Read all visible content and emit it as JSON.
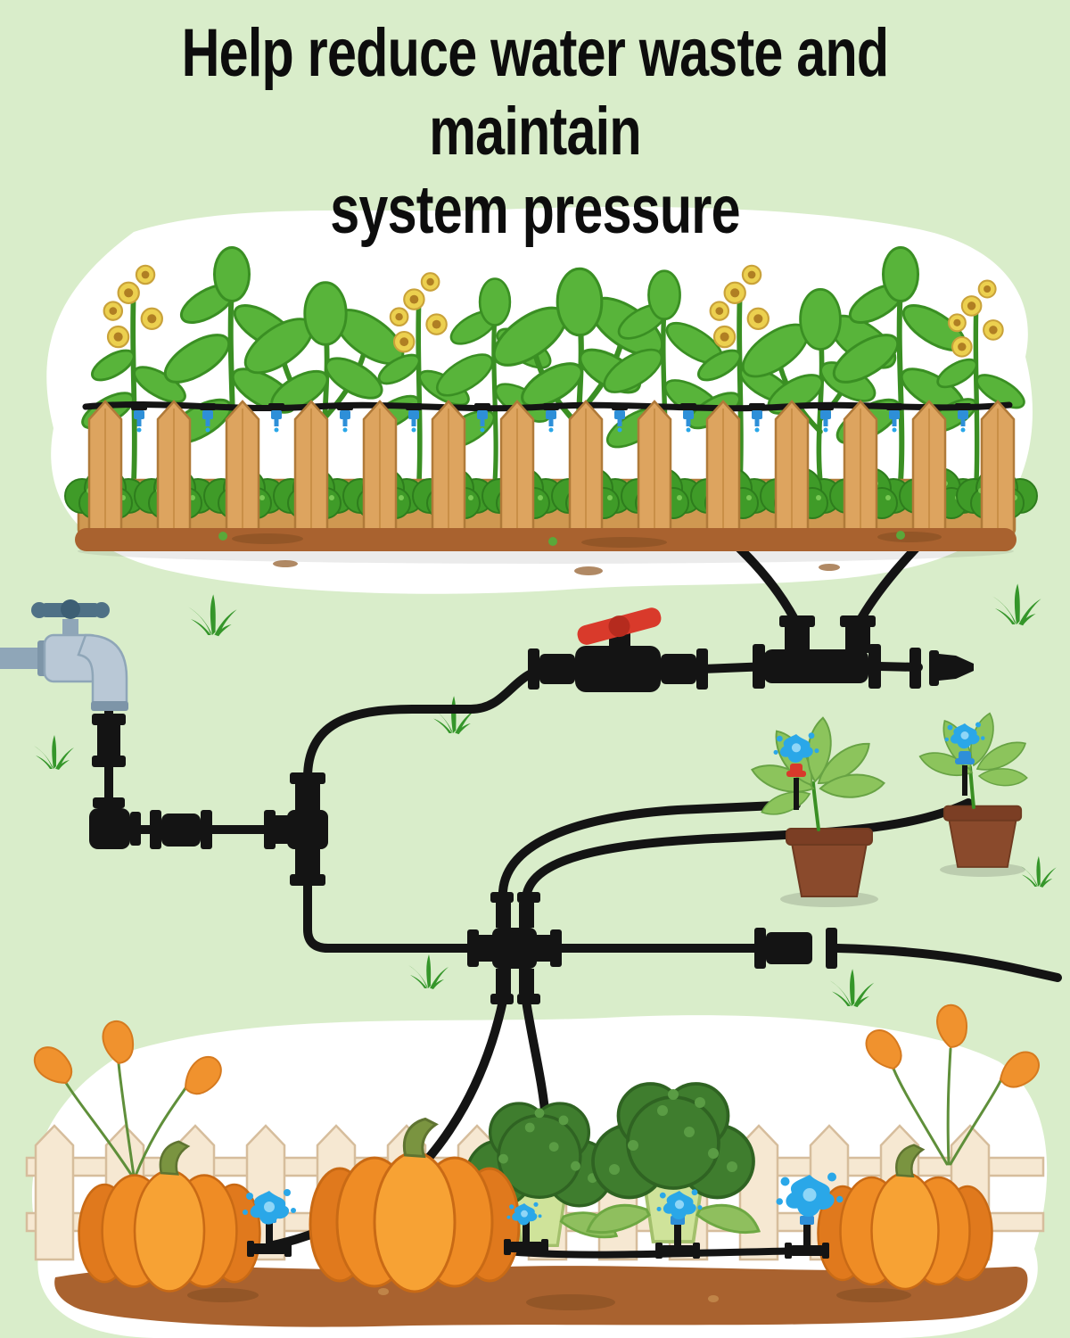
{
  "title": {
    "line1": "Help reduce water waste and maintain",
    "line2": "system pressure"
  },
  "scene": {
    "description_labels": {
      "top": "raised garden bed with drip line",
      "left": "outdoor faucet",
      "middle": "shut-off valve and tubing network",
      "right": "potted plants with micro sprinklers",
      "bottom": "pumpkin and broccoli patch with drip emitters"
    },
    "colors": {
      "bg": "#d9edca",
      "blob": "#ffffff",
      "title": "#0d0d0d",
      "tube": "#141414",
      "valve_handle": "#d93a2b",
      "water": "#2aa7e8",
      "dripper": "#2e8fd8",
      "fence_wood": "#dda45f",
      "fence_wood_dark": "#b07a39",
      "plank": "#cf9851",
      "fence_light": "#f6e8d2",
      "fence_light_stroke": "#d6bd9c",
      "soil": "#a9622f",
      "soil_dark": "#7e4a1f",
      "plant": "#58b43a",
      "plant_dark": "#3a8f23",
      "bush": "#3f9b28",
      "bush_dark": "#2e7d1d",
      "pumpkin": "#f7a234",
      "pumpkin_mid": "#ef8c25",
      "pumpkin_dark": "#e0791d",
      "pumpkin_stroke": "#c96a15",
      "broccoli": "#3f7d2e",
      "broccoli_dark": "#2f6322",
      "pot": "#8a4a2c",
      "pot_rim": "#7b3e24",
      "faucet": "#b9c8d6",
      "faucet_dark": "#8fa6b8",
      "faucet_handle": "#4f7186",
      "flower": "#ecd04f",
      "grass": "#35962a",
      "leaf_orange": "#f0922e"
    }
  }
}
